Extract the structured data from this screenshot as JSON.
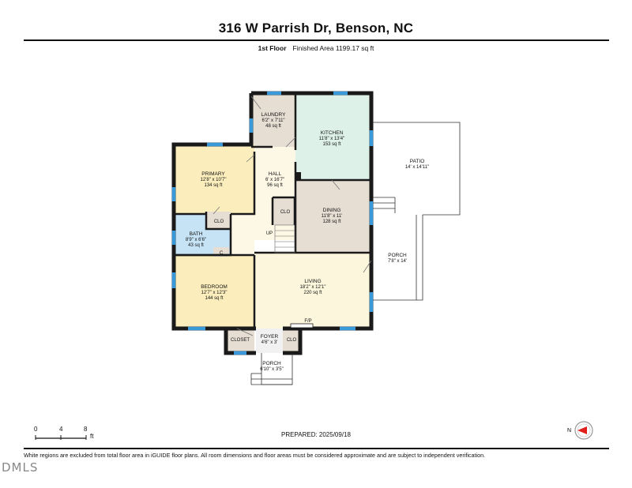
{
  "header": {
    "title": "316 W Parrish Dr, Benson, NC",
    "floor_name": "1st Floor",
    "finished_area": "Finished Area 1199.17 sq ft"
  },
  "rooms": [
    {
      "id": "laundry",
      "name": "LAUNDRY",
      "dims": "6'2\" x 7'11\"",
      "area": "48 sq ft"
    },
    {
      "id": "kitchen",
      "name": "KITCHEN",
      "dims": "11'8\" x 13'4\"",
      "area": "153 sq ft"
    },
    {
      "id": "patio",
      "name": "PATIO",
      "dims": "14' x 14'11\"",
      "area": ""
    },
    {
      "id": "primary",
      "name": "PRIMARY",
      "dims": "12'8\" x 10'7\"",
      "area": "134 sq ft"
    },
    {
      "id": "hall",
      "name": "HALL",
      "dims": "6' x 16'7\"",
      "area": "96 sq ft"
    },
    {
      "id": "dining",
      "name": "DINING",
      "dims": "11'8\" x 11'",
      "area": "128 sq ft"
    },
    {
      "id": "bath",
      "name": "BATH",
      "dims": "8'9\" x 6'6\"",
      "area": "43 sq ft"
    },
    {
      "id": "porch-side",
      "name": "PORCH",
      "dims": "7'8\" x 14'",
      "area": ""
    },
    {
      "id": "bedroom",
      "name": "BEDROOM",
      "dims": "12'7\" x 12'3\"",
      "area": "144 sq ft"
    },
    {
      "id": "living",
      "name": "LIVING",
      "dims": "18'2\" x 12'1\"",
      "area": "220 sq ft"
    },
    {
      "id": "foyer",
      "name": "FOYER",
      "dims": "4'6\" x 3'",
      "area": ""
    },
    {
      "id": "porch-front",
      "name": "PORCH",
      "dims": "6'10\" x 3'5\"",
      "area": ""
    }
  ],
  "small_labels": {
    "clo_primary": "CLO",
    "clo_hall": "CLO",
    "clo_foyer": "CLO",
    "closet": "CLOSET",
    "bath_c": "C",
    "up": "UP",
    "fireplace": "F/P"
  },
  "scale": {
    "ticks": [
      "0",
      "4",
      "8"
    ],
    "unit": "ft"
  },
  "prepared": "PREPARED: 2025/09/18",
  "footnote": "White regions are excluded from total floor area in iGUIDE floor plans. All room dimensions and floor areas must be considered approximate and are subject to independent verification.",
  "watermark": "DMLS",
  "compass": {
    "letter": "N"
  },
  "colors": {
    "laundry": "#e6ddd3",
    "kitchen": "#ddf1e8",
    "primary": "#fbeebc",
    "bath": "#c6e3f5",
    "dining": "#e6ddd3",
    "living": "#fcf6dd",
    "bedroom": "#fbeebc",
    "hall": "#fdf8e6",
    "closet": "#e6ddd3",
    "window": "#3a9ad9",
    "wall": "#1a1a1a",
    "compass_arrow": "#e0201b"
  }
}
